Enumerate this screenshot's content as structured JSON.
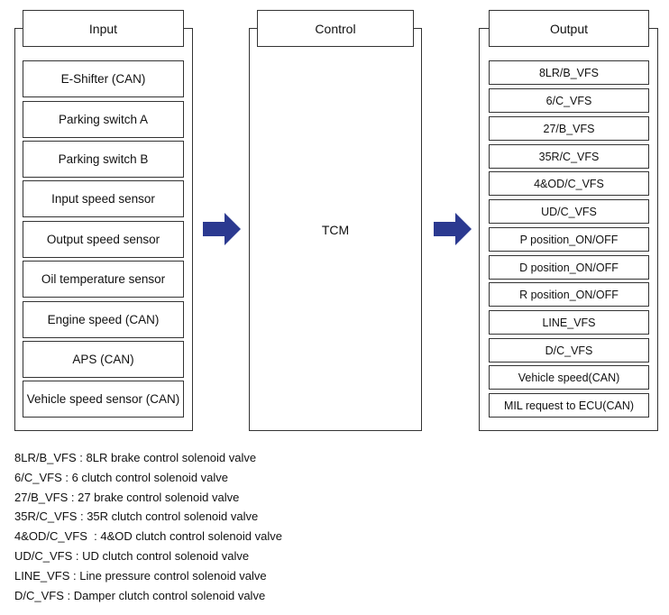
{
  "input": {
    "title": "Input",
    "items": [
      "E-Shifter (CAN)",
      "Parking switch A",
      "Parking switch B",
      "Input speed sensor",
      "Output speed sensor",
      "Oil temperature sensor",
      "Engine speed (CAN)",
      "APS (CAN)",
      "Vehicle speed sensor (CAN)"
    ]
  },
  "control": {
    "title": "Control",
    "module": "TCM"
  },
  "output": {
    "title": "Output",
    "items": [
      "8LR/B_VFS",
      "6/C_VFS",
      "27/B_VFS",
      "35R/C_VFS",
      "4&OD/C_VFS",
      "UD/C_VFS",
      "P position_ON/OFF",
      "D position_ON/OFF",
      "R position_ON/OFF",
      "LINE_VFS",
      "D/C_VFS",
      "Vehicle speed(CAN)",
      "MIL request to ECU(CAN)"
    ]
  },
  "legend": [
    "8LR/B_VFS : 8LR brake control solenoid valve",
    "6/C_VFS : 6 clutch control solenoid valve",
    "27/B_VFS : 27 brake control solenoid valve",
    "35R/C_VFS : 35R clutch control solenoid valve",
    "4&OD/C_VFS  : 4&OD clutch control solenoid valve",
    "UD/C_VFS : UD clutch control solenoid valve",
    "LINE_VFS : Line pressure control solenoid valve",
    "D/C_VFS : Damper clutch control solenoid valve"
  ],
  "colors": {
    "arrow": "#2b3990",
    "border": "#333333"
  },
  "icons": {
    "flow_arrow": "right-arrow-icon"
  }
}
